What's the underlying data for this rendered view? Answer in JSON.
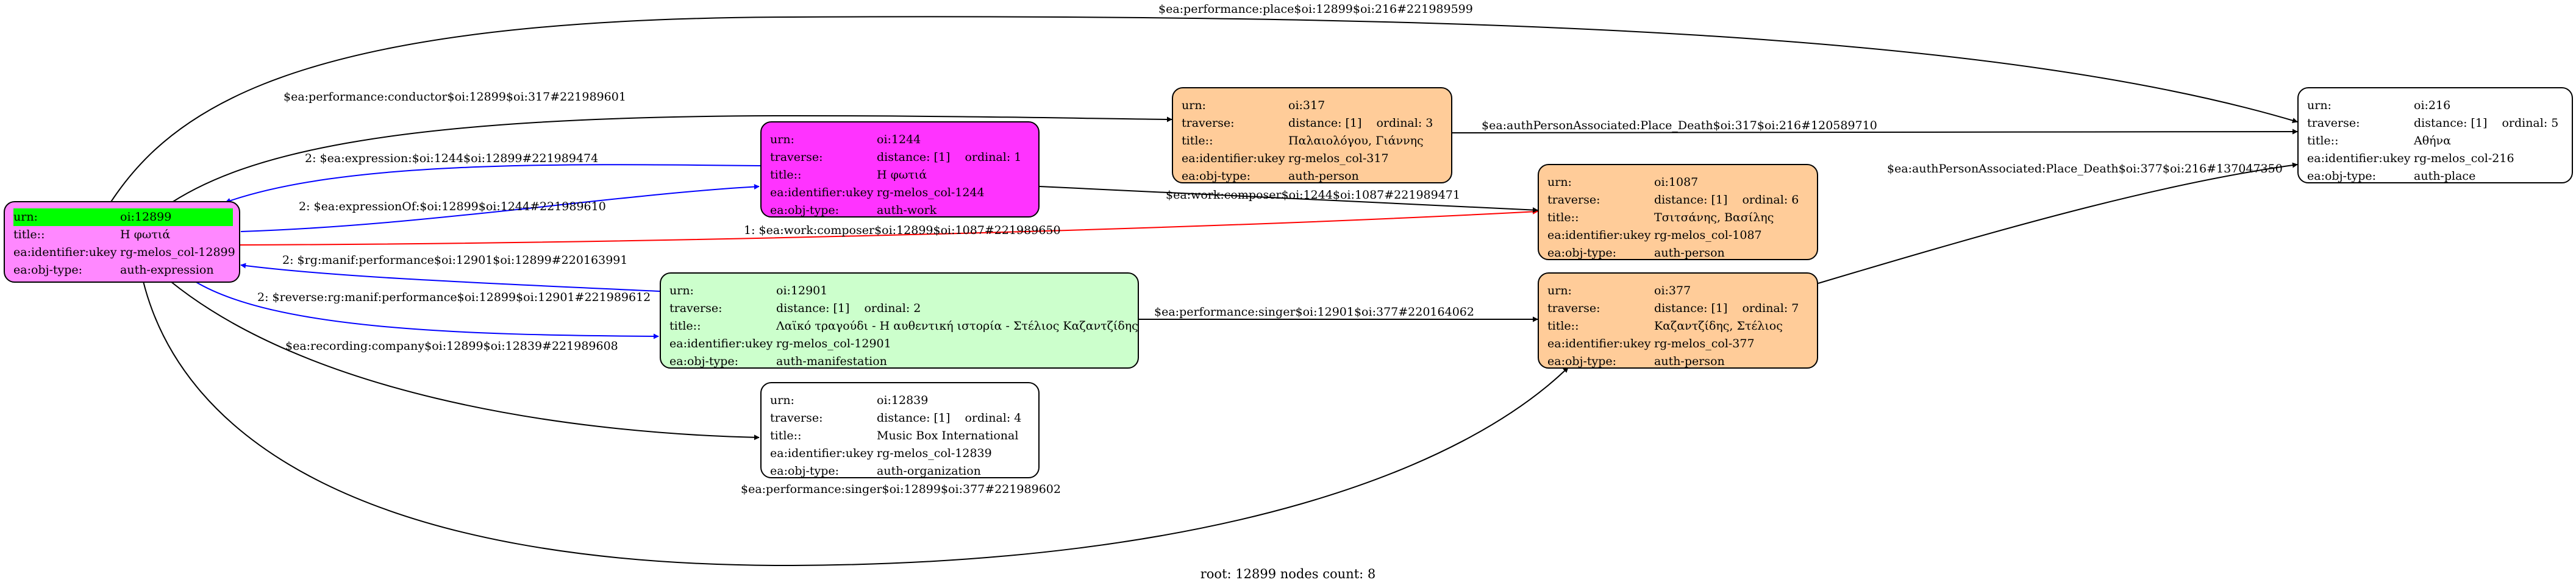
{
  "colors": {
    "expression": "#ff88ff",
    "work": "#ff33ff",
    "manifestation": "#ccffcc",
    "person": "#ffcc99",
    "plain": "#ffffff",
    "highlight": "#00ff00",
    "blue_edge": "#0000ff",
    "red_edge": "#ff0000"
  },
  "nodes": {
    "n12899": {
      "rows": [
        {
          "k": "urn:",
          "v": "oi:12899"
        },
        {
          "k": "title::",
          "v": "Η φωτιά"
        },
        {
          "k": "ea:identifier:ukey",
          "v": "rg-melos_col-12899"
        },
        {
          "k": "ea:obj-type:",
          "v": "auth-expression"
        }
      ]
    },
    "n1244": {
      "rows": [
        {
          "k": "urn:",
          "v": "oi:1244"
        },
        {
          "k": "traverse:",
          "v": "distance: [1]",
          "v2": "ordinal: 1"
        },
        {
          "k": "title::",
          "v": "Η φωτιά"
        },
        {
          "k": "ea:identifier:ukey",
          "v": "rg-melos_col-1244"
        },
        {
          "k": "ea:obj-type:",
          "v": "auth-work"
        }
      ]
    },
    "n317": {
      "rows": [
        {
          "k": "urn:",
          "v": "oi:317"
        },
        {
          "k": "traverse:",
          "v": "distance: [1]",
          "v2": "ordinal: 3"
        },
        {
          "k": "title::",
          "v": "Παλαιολόγου, Γιάννης"
        },
        {
          "k": "ea:identifier:ukey",
          "v": "rg-melos_col-317"
        },
        {
          "k": "ea:obj-type:",
          "v": "auth-person"
        }
      ]
    },
    "n12901": {
      "rows": [
        {
          "k": "urn:",
          "v": "oi:12901"
        },
        {
          "k": "traverse:",
          "v": "distance: [1]",
          "v2": "ordinal: 2"
        },
        {
          "k": "title::",
          "v": "Λαϊκό τραγούδι - Η αυθεντική ιστορία - Στέλιος Καζαντζίδης"
        },
        {
          "k": "ea:identifier:ukey",
          "v": "rg-melos_col-12901"
        },
        {
          "k": "ea:obj-type:",
          "v": "auth-manifestation"
        }
      ]
    },
    "n12839": {
      "rows": [
        {
          "k": "urn:",
          "v": "oi:12839"
        },
        {
          "k": "traverse:",
          "v": "distance: [1]",
          "v2": "ordinal: 4"
        },
        {
          "k": "title::",
          "v": "Music Box International"
        },
        {
          "k": "ea:identifier:ukey",
          "v": "rg-melos_col-12839"
        },
        {
          "k": "ea:obj-type:",
          "v": "auth-organization"
        }
      ]
    },
    "n1087": {
      "rows": [
        {
          "k": "urn:",
          "v": "oi:1087"
        },
        {
          "k": "traverse:",
          "v": "distance: [1]",
          "v2": "ordinal: 6"
        },
        {
          "k": "title::",
          "v": "Τσιτσάνης, Βασίλης"
        },
        {
          "k": "ea:identifier:ukey",
          "v": "rg-melos_col-1087"
        },
        {
          "k": "ea:obj-type:",
          "v": "auth-person"
        }
      ]
    },
    "n377": {
      "rows": [
        {
          "k": "urn:",
          "v": "oi:377"
        },
        {
          "k": "traverse:",
          "v": "distance: [1]",
          "v2": "ordinal: 7"
        },
        {
          "k": "title::",
          "v": "Καζαντζίδης, Στέλιος"
        },
        {
          "k": "ea:identifier:ukey",
          "v": "rg-melos_col-377"
        },
        {
          "k": "ea:obj-type:",
          "v": "auth-person"
        }
      ]
    },
    "n216": {
      "rows": [
        {
          "k": "urn:",
          "v": "oi:216"
        },
        {
          "k": "traverse:",
          "v": "distance: [1]",
          "v2": "ordinal: 5"
        },
        {
          "k": "title::",
          "v": "Αθήνα"
        },
        {
          "k": "ea:identifier:ukey",
          "v": "rg-melos_col-216"
        },
        {
          "k": "ea:obj-type:",
          "v": "auth-place"
        }
      ]
    }
  },
  "edges": [
    {
      "label": "$ea:performance:place$oi:12899$oi:216#221989599"
    },
    {
      "label": "$ea:performance:conductor$oi:12899$oi:317#221989601"
    },
    {
      "label": "2: $ea:expression:$oi:1244$oi:12899#221989474"
    },
    {
      "label": "2: $ea:expressionOf:$oi:12899$oi:1244#221989610"
    },
    {
      "label": "1: $ea:work:composer$oi:12899$oi:1087#221989650"
    },
    {
      "label": "2: $rg:manif:performance$oi:12901$oi:12899#220163991"
    },
    {
      "label": "2: $reverse:rg:manif:performance$oi:12899$oi:12901#221989612"
    },
    {
      "label": "$ea:recording:company$oi:12899$oi:12839#221989608"
    },
    {
      "label": "$ea:performance:singer$oi:12899$oi:377#221989602"
    },
    {
      "label": "$ea:work:composer$oi:1244$oi:1087#221989471"
    },
    {
      "label": "$ea:authPersonAssociated:Place_Death$oi:317$oi:216#120589710"
    },
    {
      "label": "$ea:performance:singer$oi:12901$oi:377#220164062"
    },
    {
      "label": "$ea:authPersonAssociated:Place_Death$oi:377$oi:216#137047350"
    }
  ],
  "footer": "root: 12899 nodes count: 8"
}
